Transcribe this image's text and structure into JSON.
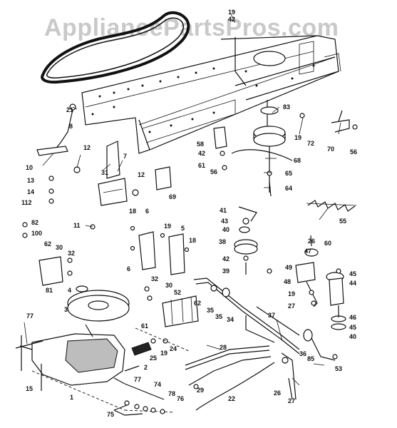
{
  "watermark": "AppliancePartsPros.com",
  "labels": [
    {
      "id": "19a",
      "text": "19"
    },
    {
      "id": "42a",
      "text": "42"
    },
    {
      "id": "21",
      "text": "21"
    },
    {
      "id": "8",
      "text": "8"
    },
    {
      "id": "83",
      "text": "83"
    },
    {
      "id": "19b",
      "text": "19"
    },
    {
      "id": "72",
      "text": "72"
    },
    {
      "id": "70",
      "text": "70"
    },
    {
      "id": "56a",
      "text": "56"
    },
    {
      "id": "58",
      "text": "58"
    },
    {
      "id": "42b",
      "text": "42"
    },
    {
      "id": "61a",
      "text": "61"
    },
    {
      "id": "56b",
      "text": "56"
    },
    {
      "id": "68",
      "text": "68"
    },
    {
      "id": "65",
      "text": "65"
    },
    {
      "id": "64",
      "text": "64"
    },
    {
      "id": "10",
      "text": "10"
    },
    {
      "id": "12a",
      "text": "12"
    },
    {
      "id": "31",
      "text": "31"
    },
    {
      "id": "7",
      "text": "7"
    },
    {
      "id": "13",
      "text": "13"
    },
    {
      "id": "14",
      "text": "14"
    },
    {
      "id": "112",
      "text": "112"
    },
    {
      "id": "12b",
      "text": "12"
    },
    {
      "id": "69",
      "text": "69"
    },
    {
      "id": "11",
      "text": "11"
    },
    {
      "id": "18a",
      "text": "18"
    },
    {
      "id": "6a",
      "text": "6"
    },
    {
      "id": "19c",
      "text": "19"
    },
    {
      "id": "5",
      "text": "5"
    },
    {
      "id": "18b",
      "text": "18"
    },
    {
      "id": "6b",
      "text": "6"
    },
    {
      "id": "41",
      "text": "41"
    },
    {
      "id": "43",
      "text": "43"
    },
    {
      "id": "40a",
      "text": "40"
    },
    {
      "id": "39",
      "text": "39"
    },
    {
      "id": "42c",
      "text": "42"
    },
    {
      "id": "38",
      "text": "38"
    },
    {
      "id": "55",
      "text": "55"
    },
    {
      "id": "82",
      "text": "82"
    },
    {
      "id": "100",
      "text": "100"
    },
    {
      "id": "62",
      "text": "62"
    },
    {
      "id": "30a",
      "text": "30"
    },
    {
      "id": "32a",
      "text": "32"
    },
    {
      "id": "81",
      "text": "81"
    },
    {
      "id": "26a",
      "text": "26"
    },
    {
      "id": "60",
      "text": "60"
    },
    {
      "id": "47",
      "text": "47"
    },
    {
      "id": "49",
      "text": "49"
    },
    {
      "id": "45a",
      "text": "45"
    },
    {
      "id": "44",
      "text": "44"
    },
    {
      "id": "48",
      "text": "48"
    },
    {
      "id": "19d",
      "text": "19"
    },
    {
      "id": "27a",
      "text": "27"
    },
    {
      "id": "46",
      "text": "46"
    },
    {
      "id": "45b",
      "text": "45"
    },
    {
      "id": "40b",
      "text": "40"
    },
    {
      "id": "4",
      "text": "4"
    },
    {
      "id": "32b",
      "text": "32"
    },
    {
      "id": "30b",
      "text": "30"
    },
    {
      "id": "52",
      "text": "52"
    },
    {
      "id": "3",
      "text": "3"
    },
    {
      "id": "61b",
      "text": "61"
    },
    {
      "id": "62b",
      "text": "62"
    },
    {
      "id": "35a",
      "text": "35"
    },
    {
      "id": "35b",
      "text": "35"
    },
    {
      "id": "34",
      "text": "34"
    },
    {
      "id": "37",
      "text": "37"
    },
    {
      "id": "77a",
      "text": "77"
    },
    {
      "id": "36",
      "text": "36"
    },
    {
      "id": "85",
      "text": "85"
    },
    {
      "id": "28",
      "text": "28"
    },
    {
      "id": "25",
      "text": "25"
    },
    {
      "id": "19e",
      "text": "19"
    },
    {
      "id": "24",
      "text": "24"
    },
    {
      "id": "2",
      "text": "2"
    },
    {
      "id": "15",
      "text": "15"
    },
    {
      "id": "1",
      "text": "1"
    },
    {
      "id": "77b",
      "text": "77"
    },
    {
      "id": "74",
      "text": "74"
    },
    {
      "id": "78",
      "text": "78"
    },
    {
      "id": "76",
      "text": "76"
    },
    {
      "id": "75",
      "text": "75"
    },
    {
      "id": "29",
      "text": "29"
    },
    {
      "id": "22",
      "text": "22"
    },
    {
      "id": "26b",
      "text": "26"
    },
    {
      "id": "27b",
      "text": "27"
    },
    {
      "id": "53",
      "text": "53"
    }
  ]
}
